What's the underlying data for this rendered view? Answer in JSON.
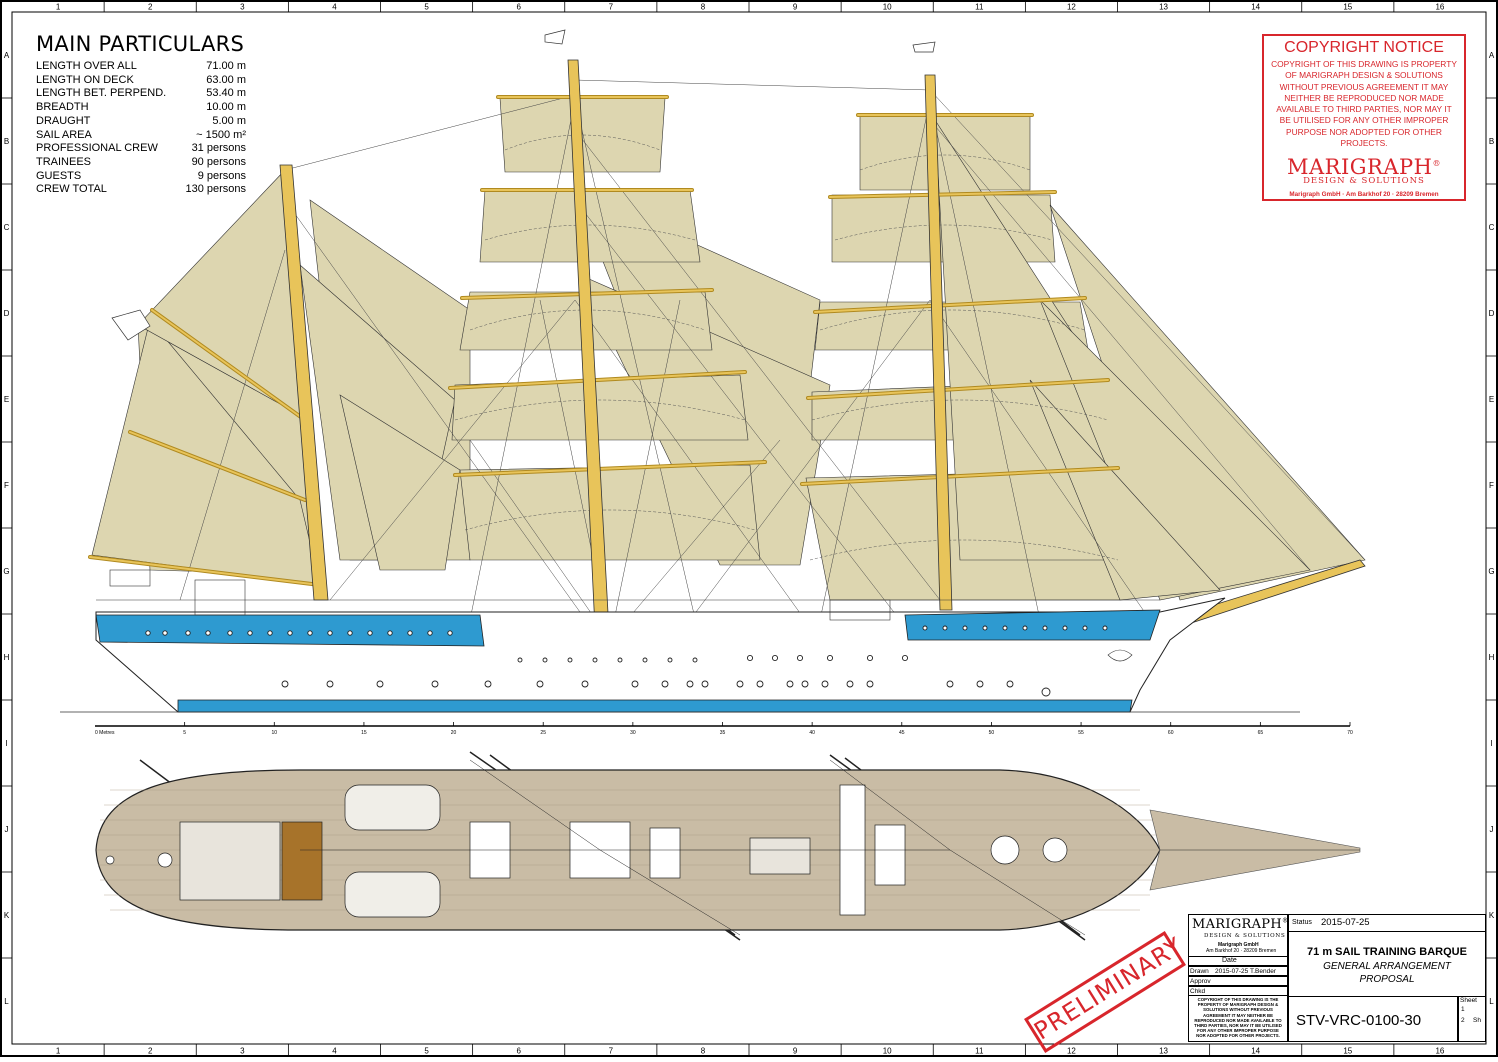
{
  "grid": {
    "columns": [
      "1",
      "2",
      "3",
      "4",
      "5",
      "6",
      "7",
      "8",
      "9",
      "10",
      "11",
      "12",
      "13",
      "14",
      "15",
      "16"
    ],
    "rows": [
      "A",
      "B",
      "C",
      "D",
      "E",
      "F",
      "G",
      "H",
      "I",
      "J",
      "K",
      "L"
    ]
  },
  "particulars": {
    "title": "MAIN PARTICULARS",
    "rows": [
      {
        "label": "LENGTH OVER ALL",
        "value": "71.00 m"
      },
      {
        "label": "LENGTH ON DECK",
        "value": "63.00 m"
      },
      {
        "label": "LENGTH BET. PERPEND.",
        "value": "53.40 m"
      },
      {
        "label": "BREADTH",
        "value": "10.00 m"
      },
      {
        "label": "DRAUGHT",
        "value": "5.00 m"
      },
      {
        "label": "SAIL AREA",
        "value": "~ 1500 m²"
      },
      {
        "label": "PROFESSIONAL CREW",
        "value": "31 persons"
      },
      {
        "label": "TRAINEES",
        "value": "90 persons"
      },
      {
        "label": "GUESTS",
        "value": "9 persons"
      },
      {
        "label": "CREW TOTAL",
        "value": "130 persons"
      }
    ]
  },
  "copyright": {
    "heading": "COPYRIGHT NOTICE",
    "lines": [
      "COPYRIGHT OF THIS DRAWING IS PROPERTY",
      "OF MARIGRAPH DESIGN & SOLUTIONS",
      "WITHOUT PREVIOUS AGREEMENT IT MAY",
      "NEITHER BE REPRODUCED NOR MADE",
      "AVAILABLE TO THIRD PARTIES, NOR MAY IT",
      "BE UTILISED FOR ANY OTHER IMPROPER",
      "PURPOSE NOR ADOPTED FOR OTHER",
      "PROJECTS."
    ],
    "logo": "MARIGRAPH",
    "logo_mark": "®",
    "logo_sub": "DESIGN & SOLUTIONS",
    "address": "Marigraph GmbH · Am Barkhof 20 · 28209 Bremen"
  },
  "scale": {
    "unit_label": "0 Metres",
    "ticks": [
      "5",
      "10",
      "15",
      "20",
      "25",
      "30",
      "35",
      "40",
      "45",
      "50",
      "55",
      "60",
      "65",
      "70"
    ]
  },
  "stamp": "PRELIMINARY",
  "title_block": {
    "logo": "MARIGRAPH",
    "logo_mark": "®",
    "logo_sub": "DESIGN & SOLUTIONS",
    "company": "Marigraph GmbH",
    "company_address": "Am Barkhof 20 · 28209 Bremen",
    "date_header": "Date",
    "rows": [
      {
        "label": "Drawn",
        "date": "2015-07-25",
        "name": "T.Bender"
      },
      {
        "label": "Approv",
        "date": "",
        "name": ""
      },
      {
        "label": "Chkd",
        "date": "",
        "name": ""
      }
    ],
    "small_notice": "COPYRIGHT OF THIS DRAWING IS THE PROPERTY OF MARIGRAPH DESIGN & SOLUTIONS WITHOUT PREVIOUS AGREEMENT IT MAY NEITHER BE REPRODUCED NOR MADE AVAILABLE TO THIRD PARTIES, NOR MAY IT BE UTILISED FOR ANY OTHER IMPROPER PURPOSE NOR ADOPTED FOR OTHER PROJECTS.",
    "status_label": "Status",
    "status_value": "2015-07-25",
    "title": "71 m SAIL TRAINING BARQUE",
    "subtitle1": "GENERAL ARRANGEMENT",
    "subtitle2": "PROPOSAL",
    "drawing_number": "STV-VRC-0100-30",
    "sheet_label": "Sheet",
    "sheet_no": "1",
    "sheet_total": "2",
    "sheet_total_label": "Sh"
  },
  "colors": {
    "sail": "#ddd6b0",
    "spar": "#e8c45a",
    "hull_band": "#2e9ad0",
    "deck": "#c9bca5",
    "accent_red": "#d8262c"
  }
}
